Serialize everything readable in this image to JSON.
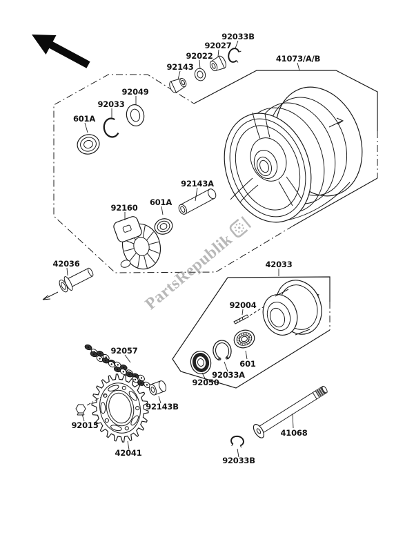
{
  "diagram": {
    "watermark_text": "PartsRepublik",
    "labels": {
      "t92033b_top": "92033B",
      "t92027": "92027",
      "t92022": "92022",
      "t92143": "92143",
      "t41073": "41073/A/B",
      "t92049": "92049",
      "t92033": "92033",
      "t601a_top": "601A",
      "t92143a": "92143A",
      "t601a_mid": "601A",
      "t92160": "92160",
      "t42036": "42036",
      "t42033": "42033",
      "t92004": "92004",
      "t92057": "92057",
      "t601": "601",
      "t92033a": "92033A",
      "t92050": "92050",
      "t92143b": "92143B",
      "t92015": "92015",
      "t42041": "42041",
      "t41068": "41068",
      "t92033b_bottom": "92033B"
    }
  }
}
